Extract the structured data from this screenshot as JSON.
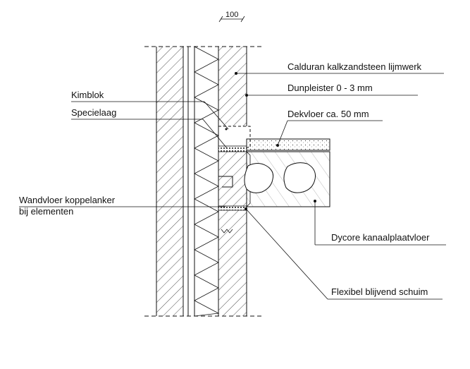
{
  "scale": "100",
  "labels": {
    "calduran": "Calduran kalkzandsteen lijmwerk",
    "dunpleister": "Dunpleister 0 - 3 mm",
    "kimblok": "Kimblok",
    "specielaag": "Specielaag",
    "dekvloer": "Dekvloer ca. 50 mm",
    "koppelanker_1": "Wandvloer koppelanker",
    "koppelanker_2": "bij elementen",
    "dycore": "Dycore kanaalplaatvloer",
    "schuim": "Flexibel blijvend schuim"
  }
}
